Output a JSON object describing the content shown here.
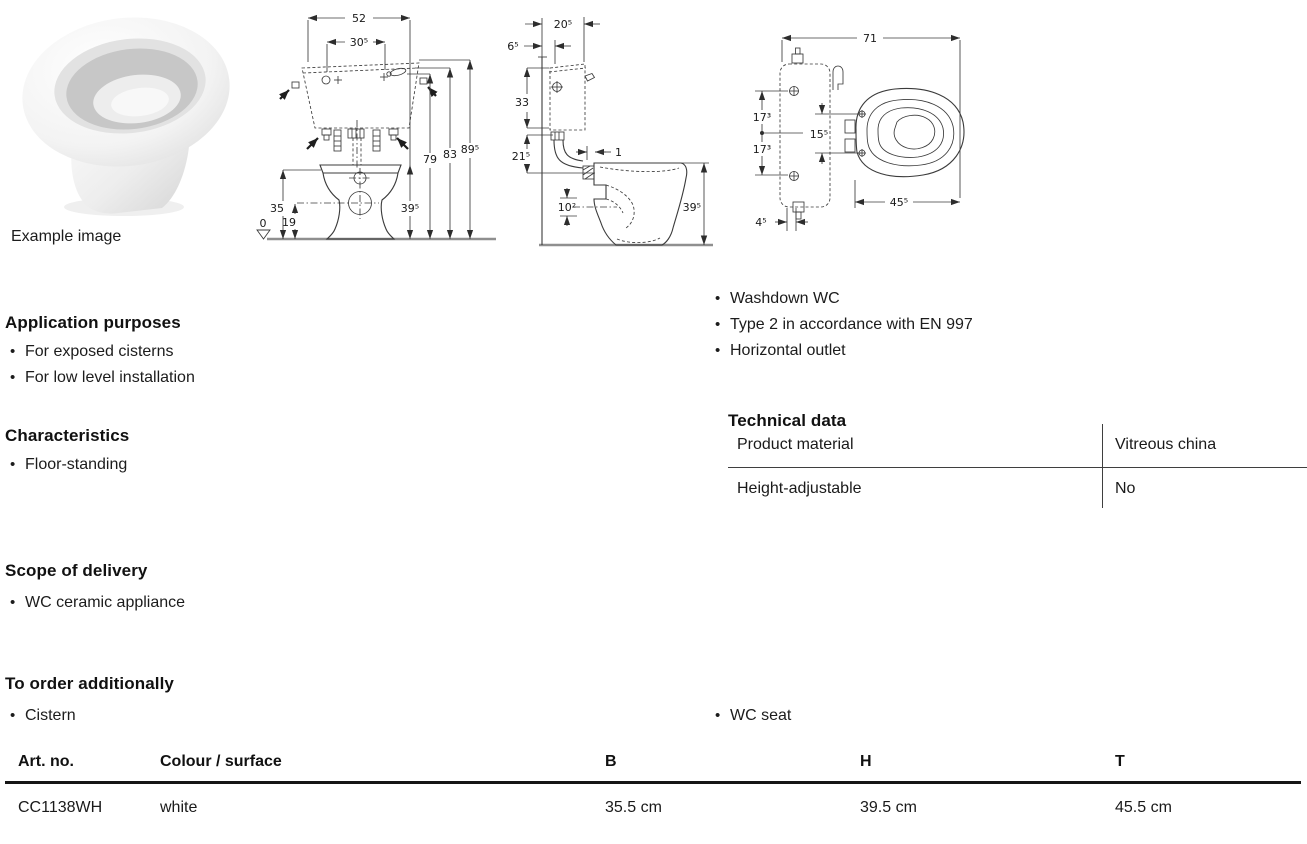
{
  "example_image": {
    "caption": "Example image"
  },
  "drawings": {
    "front_view": {
      "w_outer": "52",
      "w_inner": "30⁵",
      "h_seat": "35",
      "h_trap": "19",
      "datum": "0",
      "h_bowl": "39⁵",
      "h_lever": "79",
      "h_cistern": "83",
      "h_total": "89⁵"
    },
    "side_view": {
      "d_cistern": "20⁵",
      "d_wall": "6⁵",
      "h_cistern": "33",
      "h_pipe": "21⁵",
      "gap": "1",
      "h_outlet": "10²",
      "h_bowl": "39⁵"
    },
    "top_view": {
      "w_total": "71",
      "fix_upper": "17³",
      "fix_lower": "17³",
      "hinge": "15⁵",
      "d_seat": "45⁵",
      "offset": "4⁵"
    }
  },
  "application_purposes": {
    "title": "Application purposes",
    "items": [
      "For exposed cisterns",
      "For low level installation"
    ]
  },
  "characteristics": {
    "title": "Characteristics",
    "items": [
      "Floor-standing"
    ]
  },
  "features": {
    "items": [
      "Washdown WC",
      "Type 2 in accordance with EN 997",
      "Horizontal outlet"
    ]
  },
  "technical_data": {
    "title": "Technical data",
    "rows": [
      {
        "label": "Product material",
        "value": "Vitreous china"
      },
      {
        "label": "Height-adjustable",
        "value": "No"
      }
    ]
  },
  "scope_of_delivery": {
    "title": "Scope of delivery",
    "items": [
      "WC ceramic appliance"
    ]
  },
  "to_order_additionally": {
    "title": "To order additionally",
    "left_items": [
      "Cistern"
    ],
    "right_items": [
      "WC seat"
    ]
  },
  "order_table": {
    "headers": [
      "Art. no.",
      "Colour / surface",
      "B",
      "H",
      "T"
    ],
    "rows": [
      {
        "art_no": "CC1138WH",
        "colour": "white",
        "b": "35.5 cm",
        "h": "39.5 cm",
        "t": "45.5 cm"
      }
    ]
  }
}
